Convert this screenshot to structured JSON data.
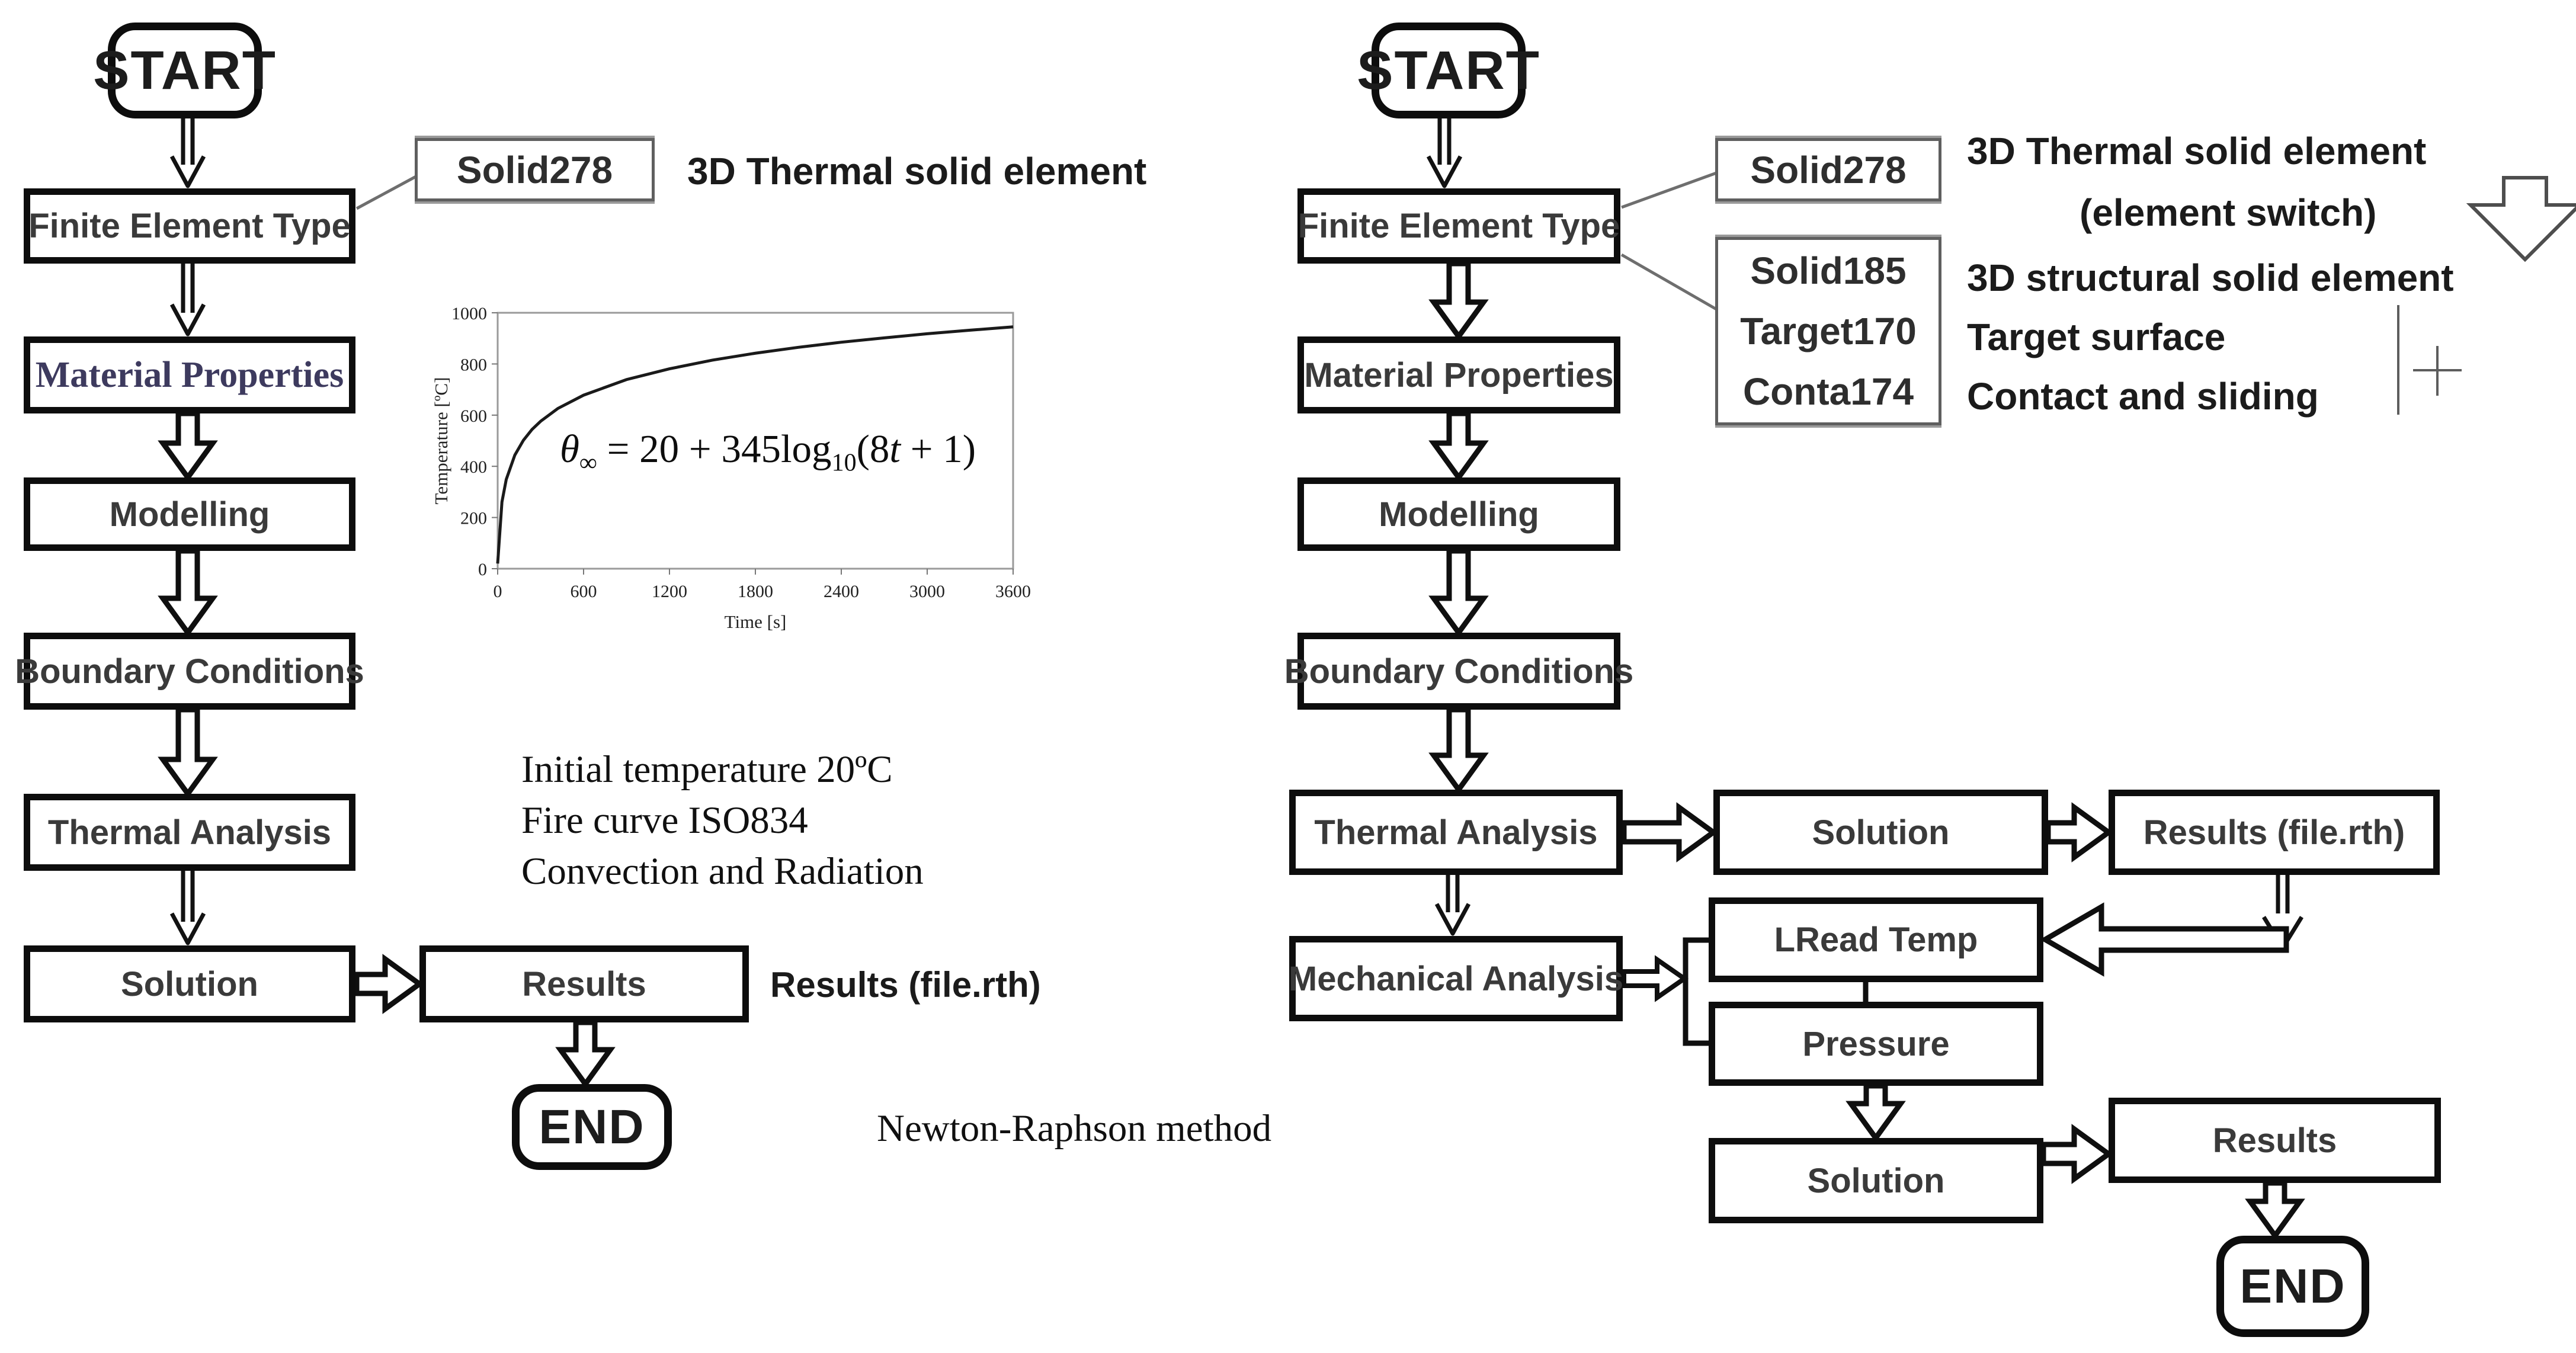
{
  "left_flow": {
    "start": "START",
    "finite": "Finite Element Type",
    "solid278": "Solid278",
    "solid278_note": "3D Thermal solid element",
    "material": "Material Properties",
    "modelling": "Modelling",
    "boundary": "Boundary Conditions",
    "thermal": "Thermal Analysis",
    "solution": "Solution",
    "results": "Results",
    "results_note": "Results (file.rth)",
    "end": "END",
    "notes": [
      "Initial temperature 20ºC",
      "Fire curve ISO834",
      "Convection and Radiation"
    ],
    "method_note": "Newton-Raphson method"
  },
  "right_flow": {
    "start": "START",
    "finite": "Finite Element Type",
    "solid278": "Solid278",
    "solid278_note1": "3D Thermal solid element",
    "solid278_note2": "(element switch)",
    "elements": [
      "Solid185",
      "Target170",
      "Conta174"
    ],
    "element_notes": [
      "3D structural solid element",
      "Target surface",
      "Contact and sliding"
    ],
    "material": "Material Properties",
    "modelling": "Modelling",
    "boundary": "Boundary Conditions",
    "thermal": "Thermal Analysis",
    "solution_top": "Solution",
    "results_rth": "Results (file.rth)",
    "mechanical": "Mechanical Analysis",
    "lread": "LRead Temp",
    "pressure": "Pressure",
    "solution_bottom": "Solution",
    "results": "Results",
    "end": "END"
  },
  "formula": {
    "theta": "θ",
    "inf": "∞",
    "mid": " = 20 + 345log",
    "log_base": "10",
    "tail_open": "(8",
    "t_var": "t",
    "tail_close": " + 1)"
  },
  "icons": {
    "element_switch_arrow": "hollow-down-block-arrow",
    "crosshair_plus": "plus-mark",
    "divider": "vertical-bar"
  },
  "chart_data": {
    "type": "line",
    "title": "",
    "xlabel": "Time [s]",
    "ylabel": "Temperature [ºC]",
    "xlim": [
      0,
      3600
    ],
    "ylim": [
      0,
      1000
    ],
    "x_ticks": [
      0,
      600,
      1200,
      1800,
      2400,
      3000,
      3600
    ],
    "y_ticks": [
      0,
      200,
      400,
      600,
      800,
      1000
    ],
    "grid": false,
    "legend": "none",
    "annotation": "θ∞ = 20 + 345log10(8t + 1)",
    "series": [
      {
        "name": "ISO834 fire curve",
        "points": [
          [
            0,
            20
          ],
          [
            30,
            261
          ],
          [
            60,
            349
          ],
          [
            120,
            444
          ],
          [
            180,
            502
          ],
          [
            240,
            544
          ],
          [
            300,
            576
          ],
          [
            420,
            626
          ],
          [
            600,
            678
          ],
          [
            900,
            739
          ],
          [
            1200,
            781
          ],
          [
            1500,
            815
          ],
          [
            1800,
            842
          ],
          [
            2100,
            865
          ],
          [
            2400,
            885
          ],
          [
            2700,
            902
          ],
          [
            3000,
            918
          ],
          [
            3300,
            932
          ],
          [
            3600,
            945
          ]
        ]
      }
    ]
  }
}
